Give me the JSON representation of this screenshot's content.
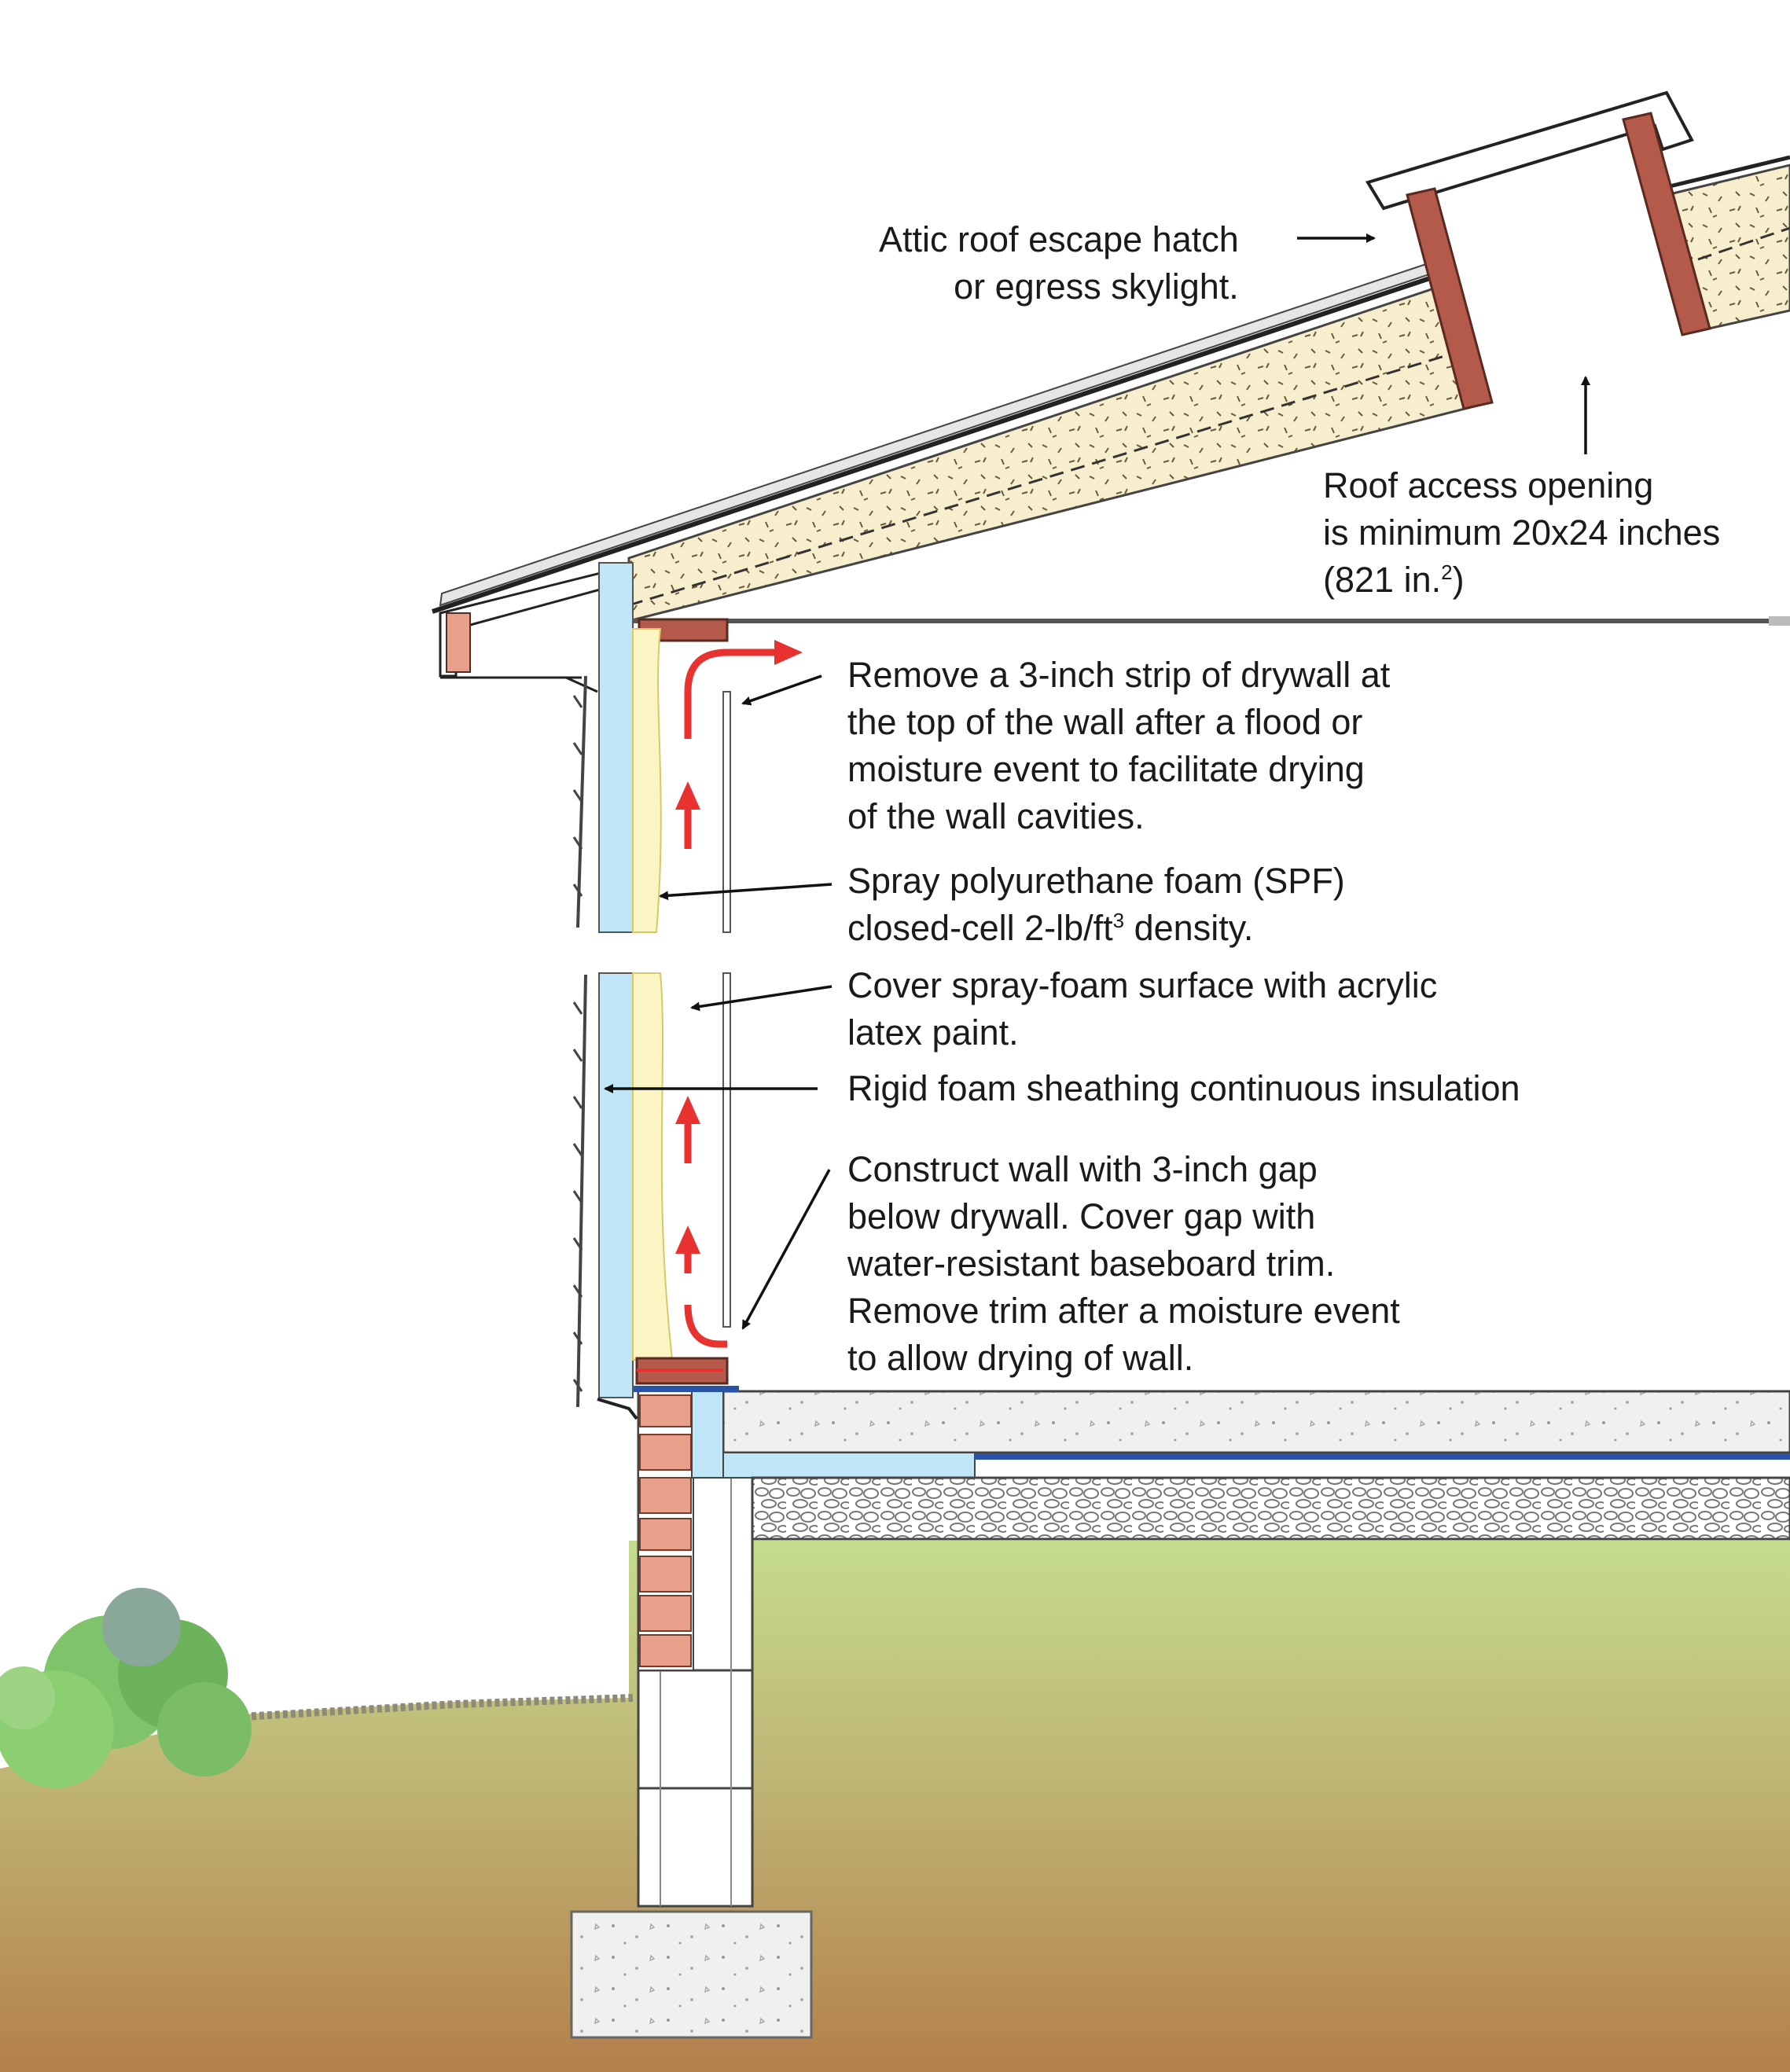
{
  "labels": {
    "hatch": [
      "Attic roof escape hatch",
      "or egress skylight."
    ],
    "opening": {
      "line1": "Roof access opening",
      "line2": "is minimum 20x24 inches",
      "line3_pre": "(821 in.",
      "line3_sup": "2",
      "line3_post": ")"
    },
    "drywall_strip": [
      "Remove a 3-inch strip of drywall at",
      "the top of the wall after a flood or",
      "moisture event to facilitate drying",
      "of the wall cavities."
    ],
    "spf": {
      "line1": "Spray polyurethane foam (SPF)",
      "line2_pre": "closed-cell 2-lb/ft",
      "line2_sup": "3",
      "line2_post": " density."
    },
    "paint": [
      "Cover spray-foam surface with acrylic",
      "latex paint."
    ],
    "rigid": [
      "Rigid foam sheathing continuous insulation"
    ],
    "gap": [
      "Construct wall with 3-inch gap",
      "below drywall. Cover gap with",
      "water-resistant baseboard trim.",
      "Remove trim after a moisture event",
      "to allow drying of wall."
    ]
  },
  "colors": {
    "rigid_foam": "#bfe6f7",
    "spray_foam": "#fbf5c4",
    "roof_insulation": "#f7eecd",
    "lumber": "#b45a4a",
    "brick": "#e8a08a",
    "concrete": "#eeeeee",
    "gravel": "#f2f2f2",
    "soil_top": "#c3d98c",
    "soil_bottom": "#b98652",
    "airflow": "#e8322f",
    "vapor_barrier": "#2a53a8",
    "shrub": "#7cc466"
  },
  "icons": [
    "airflow-arrow-icon",
    "leader-arrow-icon",
    "shrub-icon"
  ]
}
